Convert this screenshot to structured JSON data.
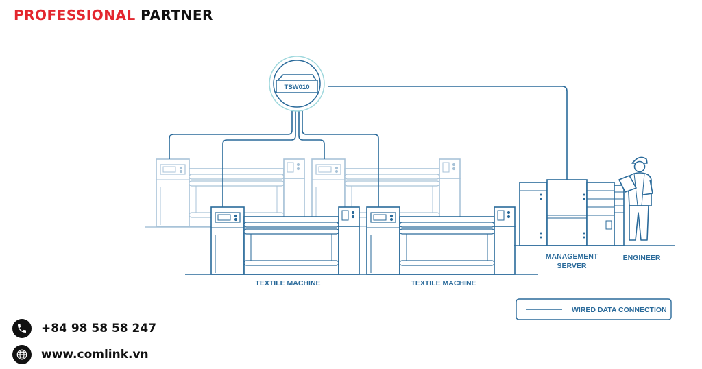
{
  "header": {
    "title_accent": "PROFESSIONAL",
    "title_rest": "PARTNER",
    "accent_color": "#e3262e"
  },
  "diagram": {
    "switch_label": "TSW010",
    "machine_label_1": "TEXTILE MACHINE",
    "machine_label_2": "TEXTILE MACHINE",
    "server_label_line1": "MANAGEMENT",
    "server_label_line2": "SERVER",
    "engineer_label": "ENGINEER",
    "legend_label": "WIRED DATA CONNECTION",
    "line_color": "#2a6a9a"
  },
  "contact": {
    "phone": "+84 98 58 58 247",
    "website": "www.comlink.vn",
    "phone_icon": "phone-icon",
    "globe_icon": "globe-icon"
  }
}
